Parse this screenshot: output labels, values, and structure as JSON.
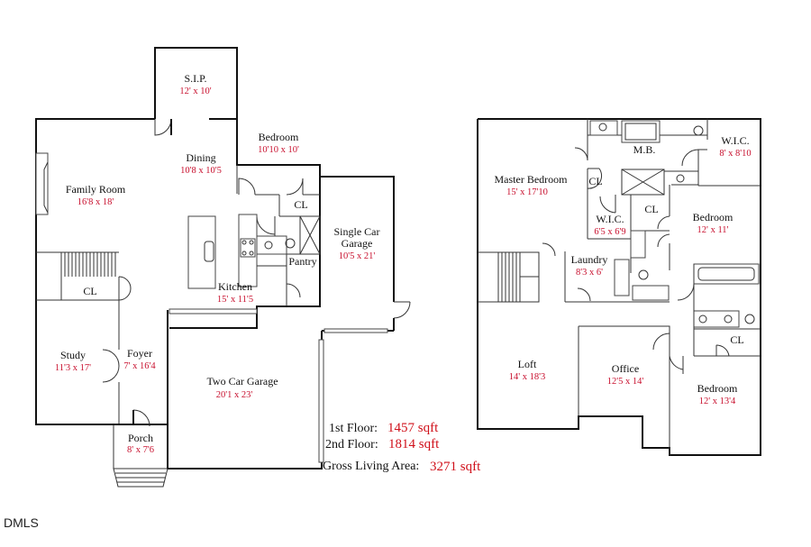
{
  "first_floor": {
    "rooms": [
      {
        "name": "S.I.P.",
        "dims": "12' x 10'"
      },
      {
        "name": "Bedroom",
        "dims": "10'10 x 10'"
      },
      {
        "name": "Dining",
        "dims": "10'8 x 10'5"
      },
      {
        "name": "Family Room",
        "dims": "16'8 x 18'"
      },
      {
        "name": "CL"
      },
      {
        "name": "Pantry"
      },
      {
        "name": "Single Car",
        "name2": "Garage",
        "dims": "10'5 x 21'"
      },
      {
        "name": "Kitchen",
        "dims": "15' x 11'5"
      },
      {
        "name": "CL"
      },
      {
        "name": "Study",
        "dims": "11'3 x 17'"
      },
      {
        "name": "Foyer",
        "dims": "7' x 16'4"
      },
      {
        "name": "Two Car Garage",
        "dims": "20'1 x 23'"
      },
      {
        "name": "Porch",
        "dims": "8' x 7'6"
      }
    ]
  },
  "second_floor": {
    "rooms": [
      {
        "name": "M.B."
      },
      {
        "name": "W.I.C.",
        "dims": "8' x 8'10"
      },
      {
        "name": "Master Bedroom",
        "dims": "15' x 17'10"
      },
      {
        "name": "CL"
      },
      {
        "name": "W.I.C.",
        "dims": "6'5 x 6'9"
      },
      {
        "name": "CL"
      },
      {
        "name": "Bedroom",
        "dims": "12' x 11'"
      },
      {
        "name": "Laundry",
        "dims": "8'3 x 6'"
      },
      {
        "name": "Loft",
        "dims": "14' x 18'3"
      },
      {
        "name": "Office",
        "dims": "12'5 x 14'"
      },
      {
        "name": "CL"
      },
      {
        "name": "Bedroom",
        "dims": "12' x 13'4"
      }
    ]
  },
  "summary": {
    "first_label": "1st Floor:",
    "first_value": "1457 sqft",
    "second_label": "2nd Floor:",
    "second_value": "1814 sqft",
    "gross_label": "Gross Living Area:",
    "gross_value": "3271 sqft"
  },
  "watermark": "DMLS",
  "colors": {
    "label": "#111111",
    "dimension": "#c8102e",
    "wall": "#111111"
  }
}
